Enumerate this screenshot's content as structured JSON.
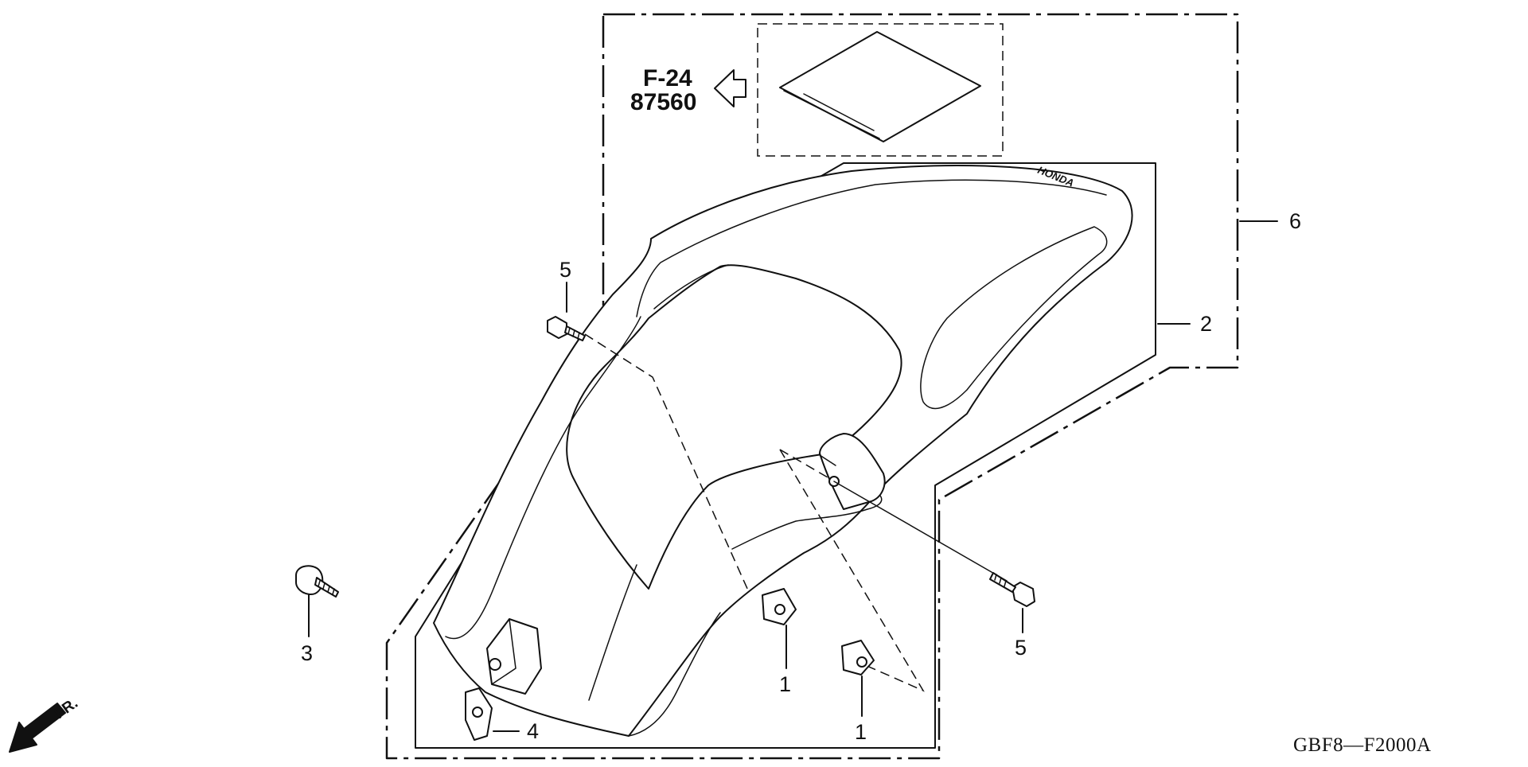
{
  "reference": {
    "page": "F-24",
    "part_no": "87560"
  },
  "callouts": [
    {
      "id": "1a",
      "label": "1"
    },
    {
      "id": "1b",
      "label": "1"
    },
    {
      "id": "2",
      "label": "2"
    },
    {
      "id": "3",
      "label": "3"
    },
    {
      "id": "4",
      "label": "4"
    },
    {
      "id": "5a",
      "label": "5"
    },
    {
      "id": "5b",
      "label": "5"
    },
    {
      "id": "6",
      "label": "6"
    }
  ],
  "direction_label": "FR.",
  "drawing_code": "GBF8—F2000A",
  "emblem_text": "HONDA"
}
